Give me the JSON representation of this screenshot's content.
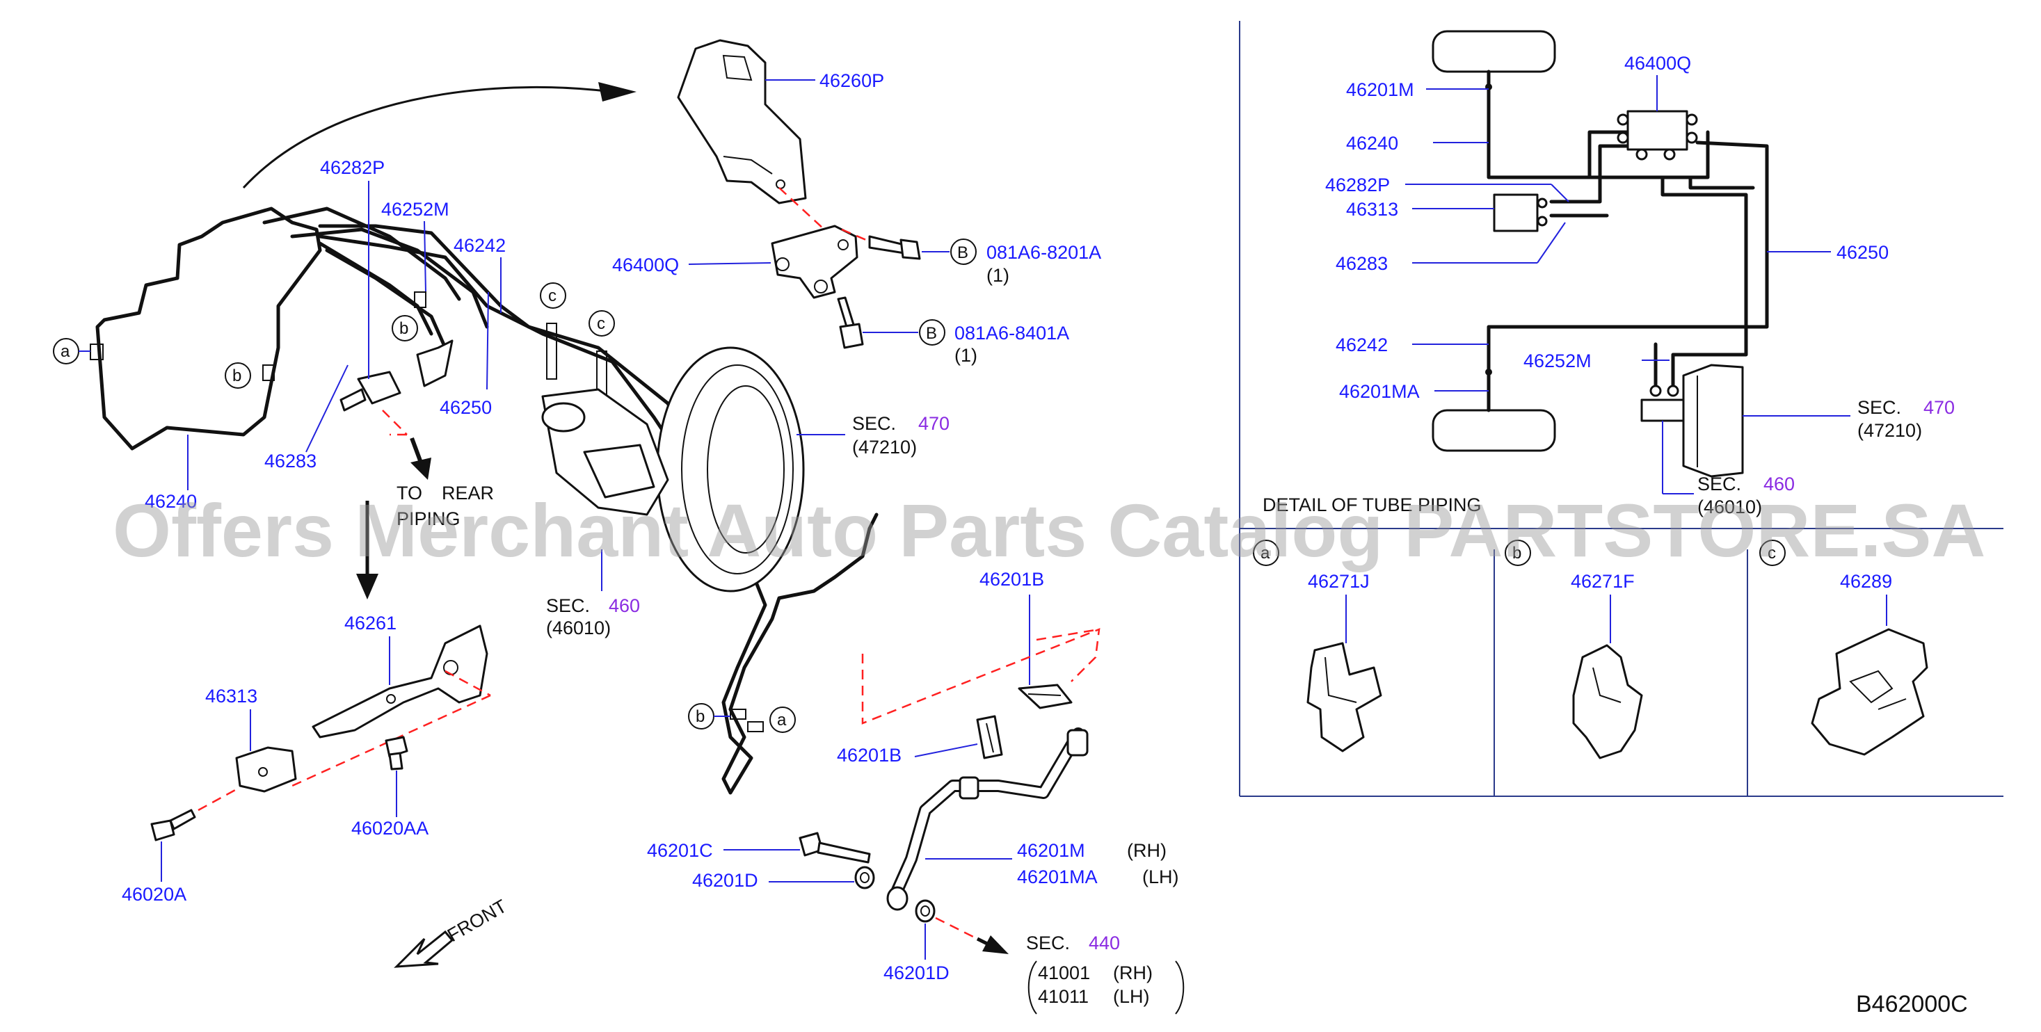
{
  "watermark": "Offers Merchant Auto Parts Catalog PARTSTORE.SA",
  "diagram_code": "B462000C",
  "labels": {
    "p46260P": "46260P",
    "p46282P": "46282P",
    "p46252M": "46252M",
    "p46242": "46242",
    "p46400Q": "46400Q",
    "p46250": "46250",
    "p46283": "46283",
    "p46240": "46240",
    "p46261": "46261",
    "p46313": "46313",
    "p46020AA": "46020AA",
    "p46020A": "46020A",
    "p46201B_top": "46201B",
    "p46201B_mid": "46201B",
    "p46201C": "46201C",
    "p46201D_a": "46201D",
    "p46201M": "46201M",
    "p46201MA": "46201MA",
    "p46201D_b": "46201D",
    "bolt1": "081A6-8201A",
    "bolt1_qty": "(1)",
    "bolt2": "081A6-8401A",
    "bolt2_qty": "(1)",
    "rh": "(RH)",
    "lh": "(LH)"
  },
  "sections": {
    "sec470_label": "SEC.",
    "sec470_num": "470",
    "sec470_code": "(47210)",
    "sec460_label": "SEC.",
    "sec460_num": "460",
    "sec460_code": "(46010)",
    "sec440_label": "SEC.",
    "sec440_num": "440",
    "sec440_line1": "41001",
    "sec440_line1_side": "(RH)",
    "sec440_line2": "41011",
    "sec440_line2_side": "(LH)"
  },
  "notes": {
    "to_rear": "TO",
    "rear": "REAR",
    "piping": "PIPING",
    "front": "FRONT",
    "detail_title": "DETAIL OF TUBE PIPING"
  },
  "callouts": {
    "a": "a",
    "b": "b",
    "c": "c",
    "B": "B"
  },
  "schematic": {
    "p46201M": "46201M",
    "p46240": "46240",
    "p46282P": "46282P",
    "p46313": "46313",
    "p46283": "46283",
    "p46242": "46242",
    "p46201MA": "46201MA",
    "p46400Q": "46400Q",
    "p46250": "46250",
    "p46252M": "46252M",
    "sec470_label": "SEC.",
    "sec470_num": "470",
    "sec470_code": "(47210)",
    "sec460_label": "SEC.",
    "sec460_num": "460",
    "sec460_code": "(46010)"
  },
  "clips": {
    "a_part": "46271J",
    "b_part": "46271F",
    "c_part": "46289"
  }
}
